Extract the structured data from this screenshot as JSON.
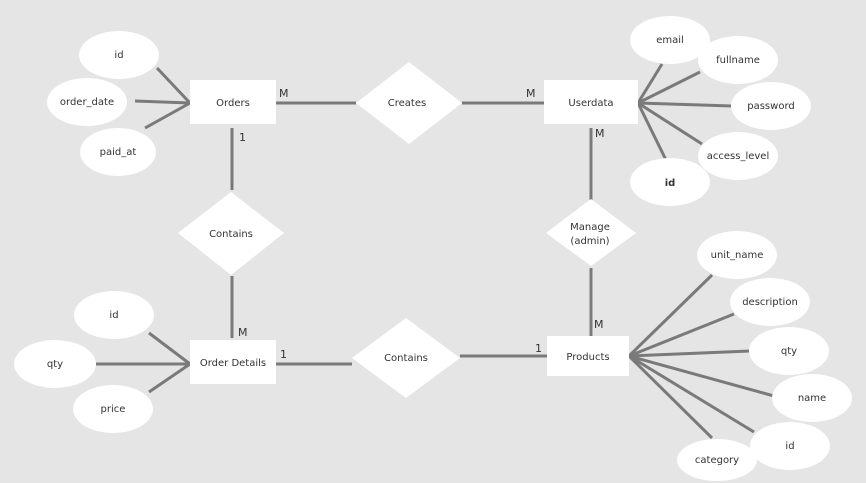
{
  "entities": {
    "orders": "Orders",
    "userdata": "Userdata",
    "order_details": "Order Details",
    "products": "Products"
  },
  "relationships": {
    "creates": "Creates",
    "contains_top": "Contains",
    "manage_line1": "Manage",
    "manage_line2": "(admin)",
    "contains_bottom": "Contains"
  },
  "attributes": {
    "orders": [
      "id",
      "order_date",
      "paid_at"
    ],
    "userdata": [
      "email",
      "fullname",
      "password",
      "access_level",
      "id"
    ],
    "order_details": [
      "id",
      "qty",
      "price"
    ],
    "products": [
      "unit_name",
      "description",
      "qty",
      "name",
      "id",
      "category"
    ]
  },
  "cardinalities": {
    "orders_creates": "M",
    "userdata_creates": "M",
    "orders_contains": "1",
    "orderdetails_contains": "M",
    "userdata_manage": "M",
    "products_manage": "M",
    "orderdetails_contains2": "1",
    "products_contains2": "1"
  },
  "colors": {
    "background": "#e5e5e5",
    "shape_fill": "#ffffff",
    "line": "#7a7a7a"
  }
}
